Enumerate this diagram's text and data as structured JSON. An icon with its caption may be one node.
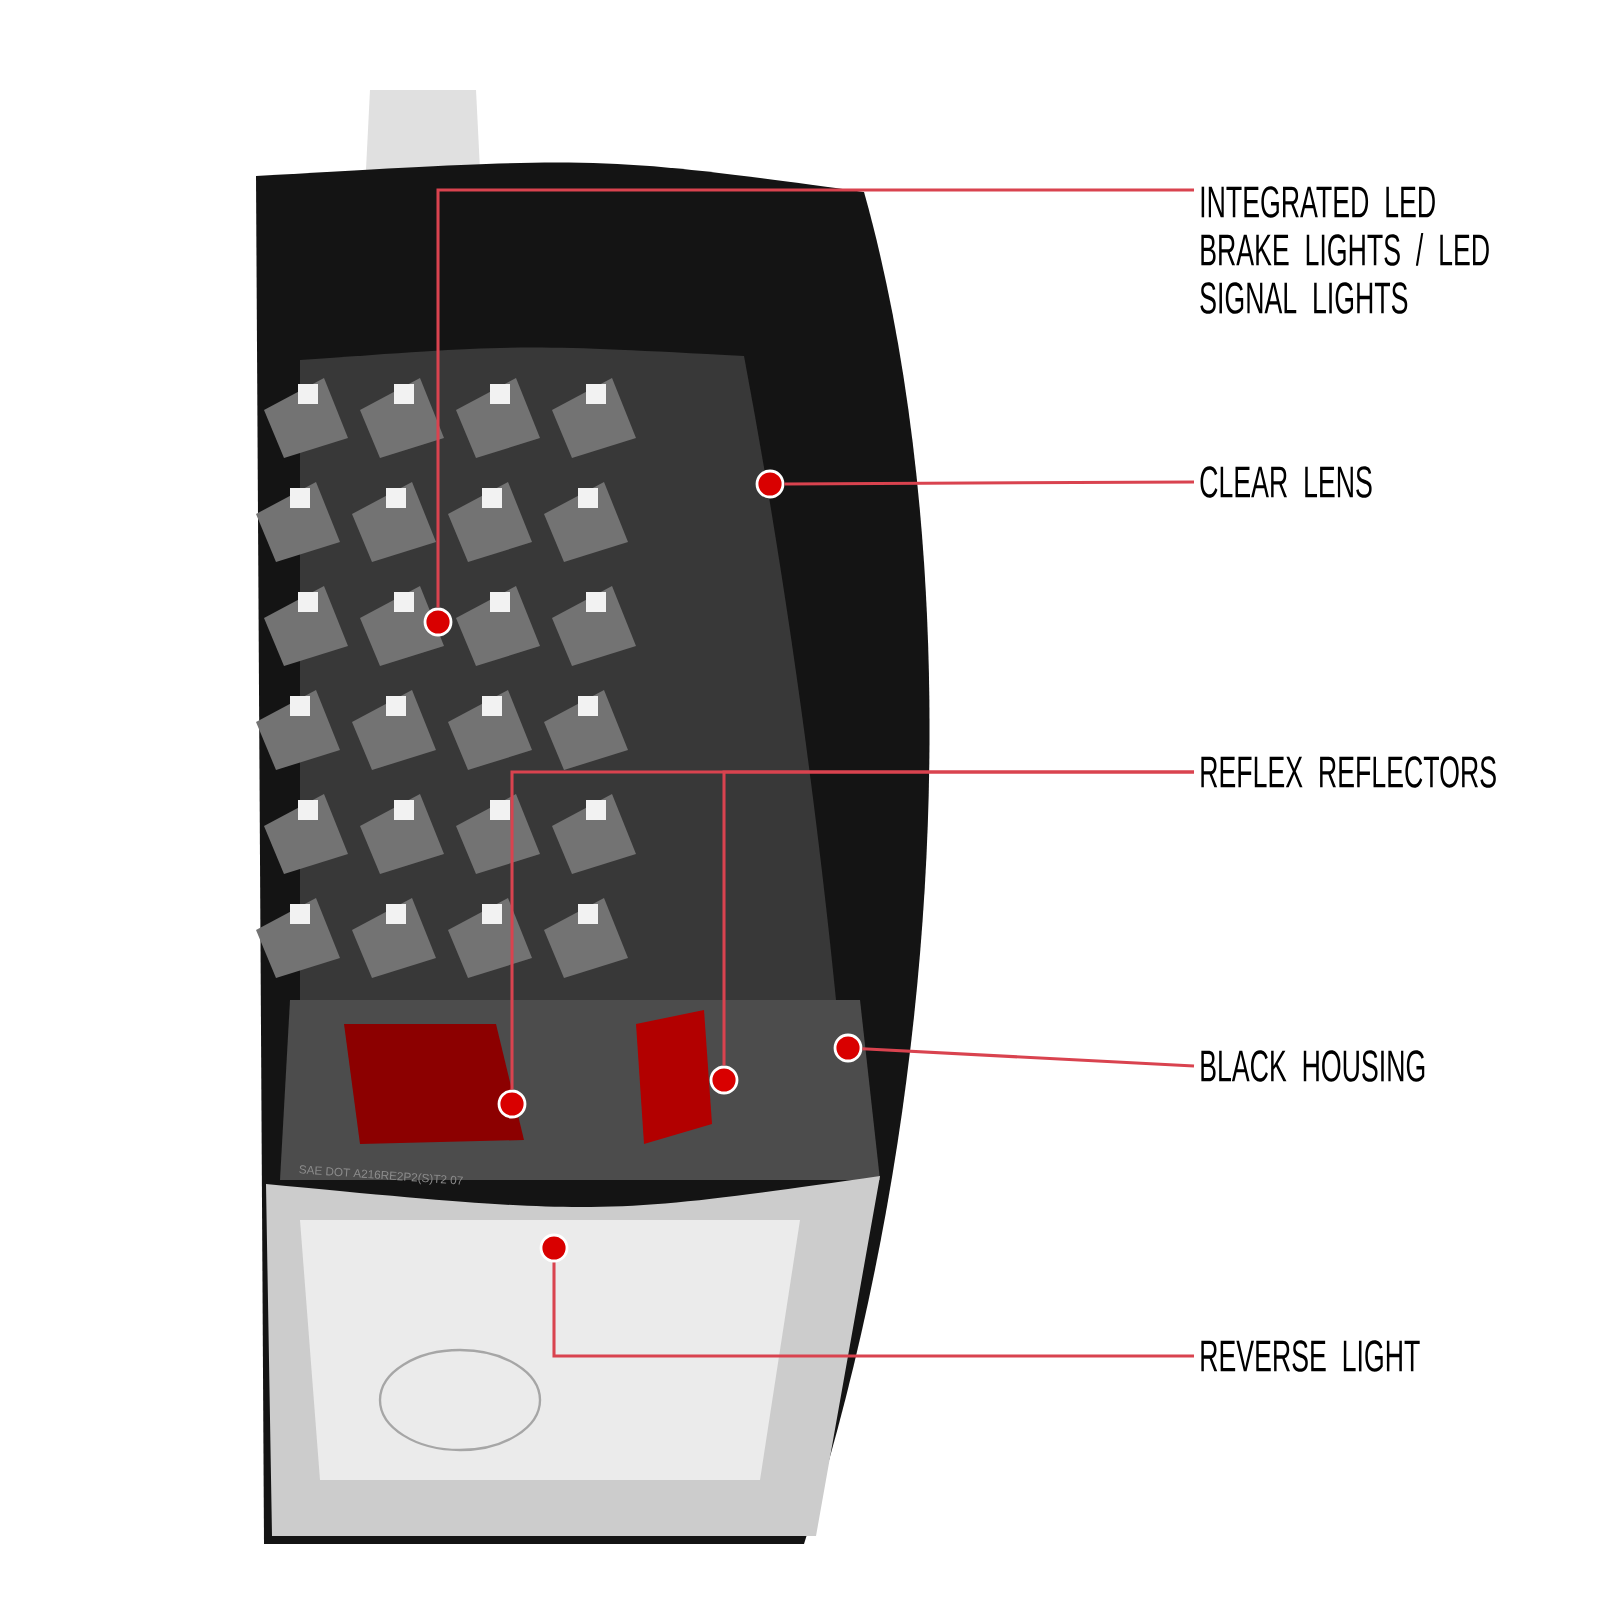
{
  "diagram": {
    "nodes": [
      {
        "text": [
          "INTEGRATED LED BRAKE LIGHTS / LED SIGNAL LIGHTS"
        ]
      },
      {
        "text": [
          "CLEAR LENS"
        ]
      },
      {
        "text": [
          "REFLEX REFLECTORS"
        ]
      },
      {
        "text": [
          "BLACK HOUSING"
        ]
      },
      {
        "text": [
          "REVERSE LIGHT"
        ]
      },
      {
        "text": [],
        "shape": "circle"
      },
      {
        "text": [],
        "shape": "circle"
      },
      {
        "text": [],
        "shape": "circle"
      },
      {
        "text": [],
        "shape": "circle"
      },
      {
        "text": [],
        "shape": "circle"
      },
      {
        "text": [],
        "shape": "circle"
      }
    ],
    "edges": [
      {
        "from": 0,
        "to": 5,
        "arrow": "none"
      },
      {
        "from": 1,
        "to": 6,
        "arrow": "none"
      },
      {
        "from": 2,
        "to": 7,
        "arrow": "none"
      },
      {
        "from": 2,
        "to": 8,
        "arrow": "none"
      },
      {
        "from": 3,
        "to": 9,
        "arrow": "none"
      },
      {
        "from": 4,
        "to": 10,
        "arrow": "none"
      }
    ],
    "labels": [
      "SAE DOT A216RE2P2(S)T2 07"
    ]
  }
}
